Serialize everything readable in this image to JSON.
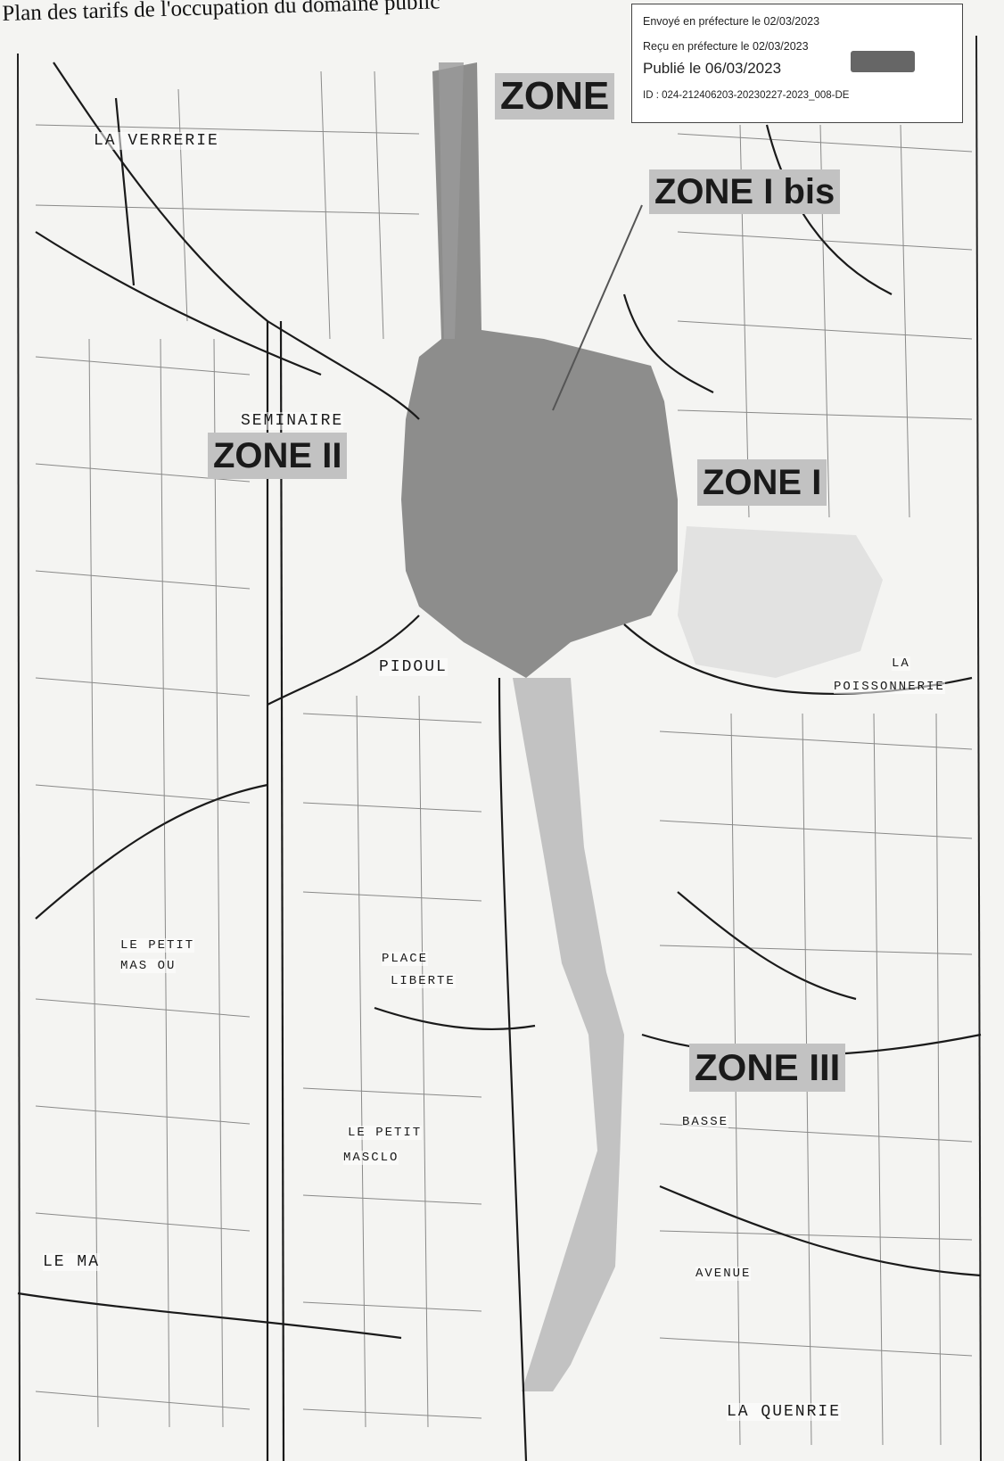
{
  "document": {
    "title": "Plan des tarifs de l'occupation du domaine public"
  },
  "stamp": {
    "sent": "Envoyé en préfecture le 02/03/2023",
    "received": "Reçu en préfecture le 02/03/2023",
    "published": "Publié le 06/03/2023",
    "id": "ID : 024-212406203-20230227-2023_008-DE"
  },
  "zones": {
    "top": "ZONE",
    "i_bis": "ZONE I bis",
    "ii": "ZONE II",
    "i": "ZONE I",
    "iii": "ZONE III"
  },
  "places": {
    "verrerie": "LA VERRERIE",
    "seminaire": "SEMINAIRE",
    "pidoul": "PIDOUL",
    "le_petit_mas": "LE PETIT",
    "mas_ou": "MAS OU",
    "le_petit_mas2": "LE PETIT",
    "mas_clo": "MASCLO",
    "place_liberte": "PLACE",
    "liberte": "LIBERTE",
    "la_poissonnerie": "LA",
    "poissonnerie": "POISSONNERIE",
    "quenrie": "LA QUENRIE",
    "le_ma": "LE MA",
    "basse": "BASSE",
    "avenue": "AVENUE"
  },
  "colors": {
    "zone_shade": "#6f6f6f",
    "corridor": "#bcbcbc",
    "label_bg": "#c2c2c2",
    "line": "#1a1a1a"
  }
}
